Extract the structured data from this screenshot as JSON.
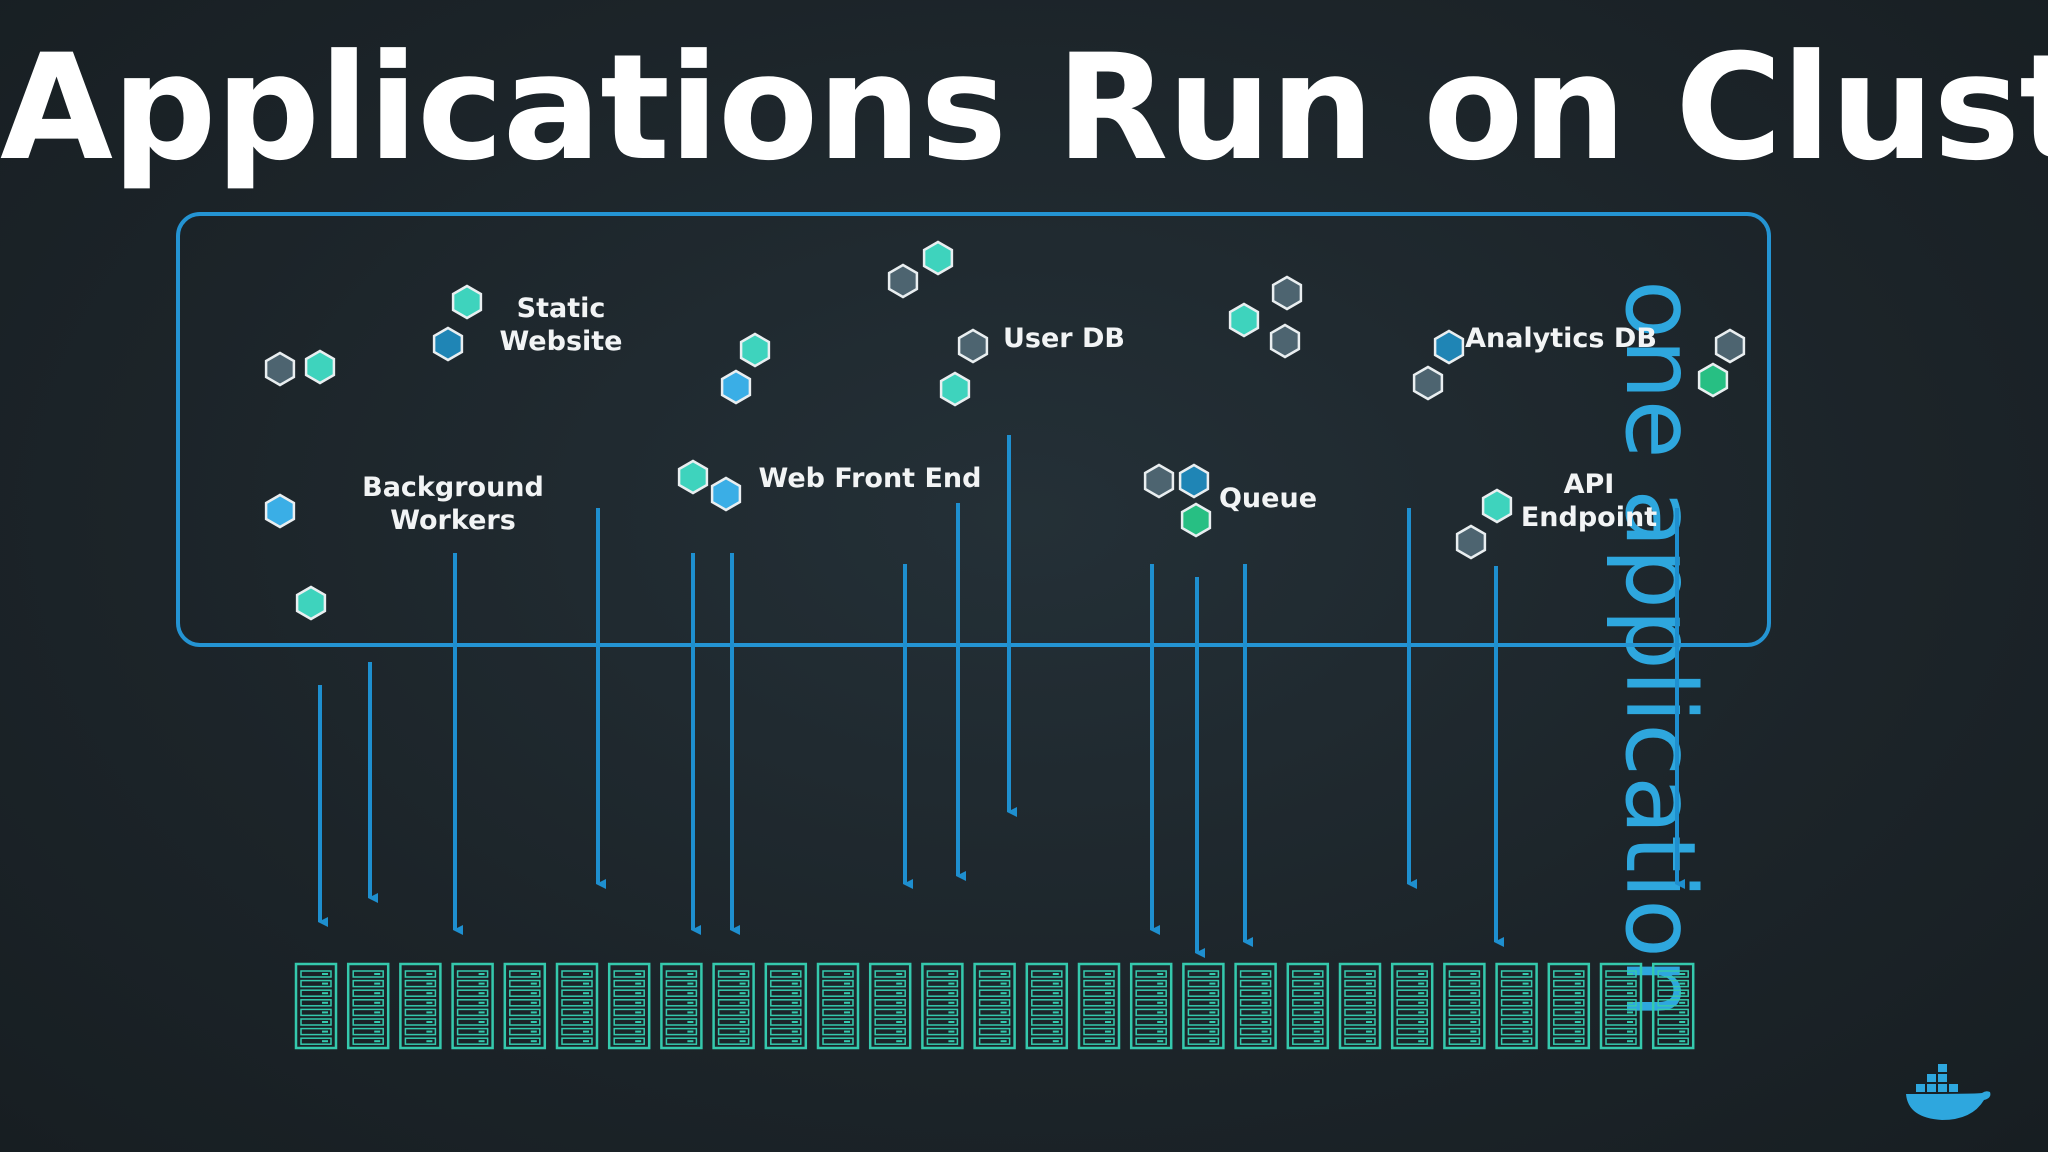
{
  "title": "Applications Run on Clusters",
  "side_label": "one application",
  "services": [
    {
      "id": "static-website",
      "lines": [
        "Static",
        "Website"
      ]
    },
    {
      "id": "user-db",
      "lines": [
        "User DB"
      ]
    },
    {
      "id": "analytics-db",
      "lines": [
        "Analytics DB"
      ]
    },
    {
      "id": "background-workers",
      "lines": [
        "Background",
        "Workers"
      ]
    },
    {
      "id": "web-front-end",
      "lines": [
        "Web Front End"
      ]
    },
    {
      "id": "queue",
      "lines": [
        "Queue"
      ]
    },
    {
      "id": "api-endpoint",
      "lines": [
        "API",
        "Endpoint"
      ]
    }
  ],
  "server_count": 27,
  "icons": {
    "container": "hexagon-icon",
    "server": "server-rack-icon",
    "logo": "docker-whale-icon"
  },
  "colors": {
    "background": "#1d262b",
    "accent": "#2ea7de",
    "teal": "#3ed3bd",
    "server": "#35c9ad",
    "hex_gray": "#4d6470"
  }
}
